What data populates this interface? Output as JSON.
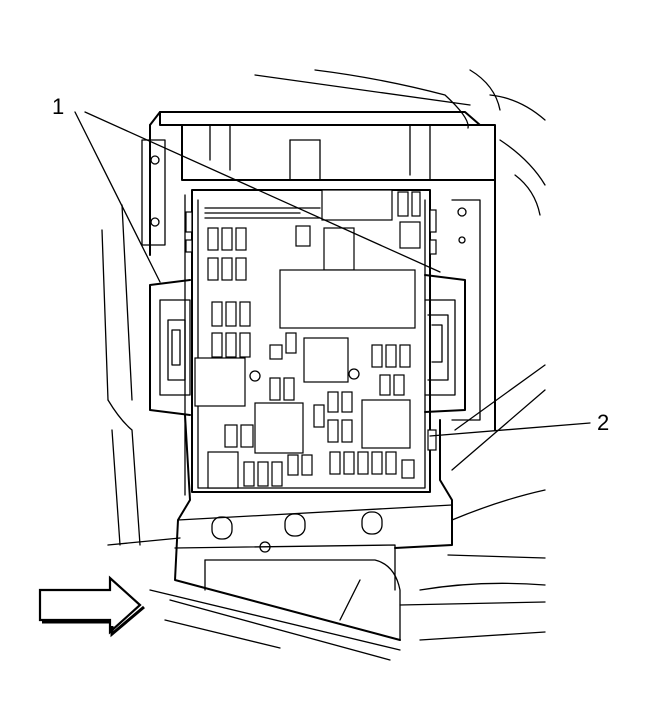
{
  "callouts": {
    "one": "1",
    "two": "2"
  },
  "arrow": {
    "icon": "right-arrow-icon",
    "direction": "right"
  }
}
